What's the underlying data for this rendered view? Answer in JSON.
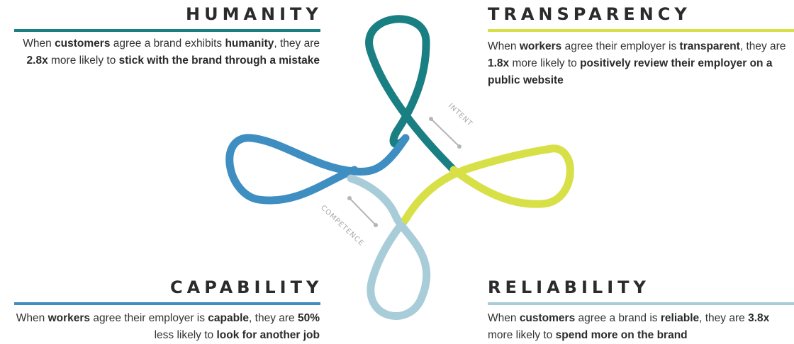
{
  "colors": {
    "humanity": "#1a7f82",
    "transparency": "#d8e048",
    "capability": "#3f8ec2",
    "reliability": "#a9cdd8",
    "axis": "#b5b5b5"
  },
  "quadrants": {
    "humanity": {
      "title": "HUMANITY",
      "parts": [
        "When ",
        "customers",
        " agree a brand exhibits ",
        "humanity",
        ", they are ",
        "2.8x",
        " more likely to ",
        "stick with the brand through a mistake"
      ]
    },
    "transparency": {
      "title": "TRANSPARENCY",
      "parts": [
        "When ",
        "workers",
        " agree their employer is ",
        "transparent",
        ", they are ",
        "1.8x",
        " more likely to ",
        "positively review their employer on a public website"
      ]
    },
    "capability": {
      "title": "CAPABILITY",
      "parts": [
        "When ",
        "workers",
        " agree their employer is ",
        "capable",
        ", they are ",
        "50%",
        " less likely to ",
        "look for another job"
      ]
    },
    "reliability": {
      "title": "RELIABILITY",
      "parts": [
        "When ",
        "customers",
        " agree a brand is ",
        "reliable",
        ", they are ",
        "3.8x",
        " more likely to ",
        "spend more on the brand"
      ]
    }
  },
  "axes": {
    "intent": "INTENT",
    "competence": "COMPETENCE"
  }
}
